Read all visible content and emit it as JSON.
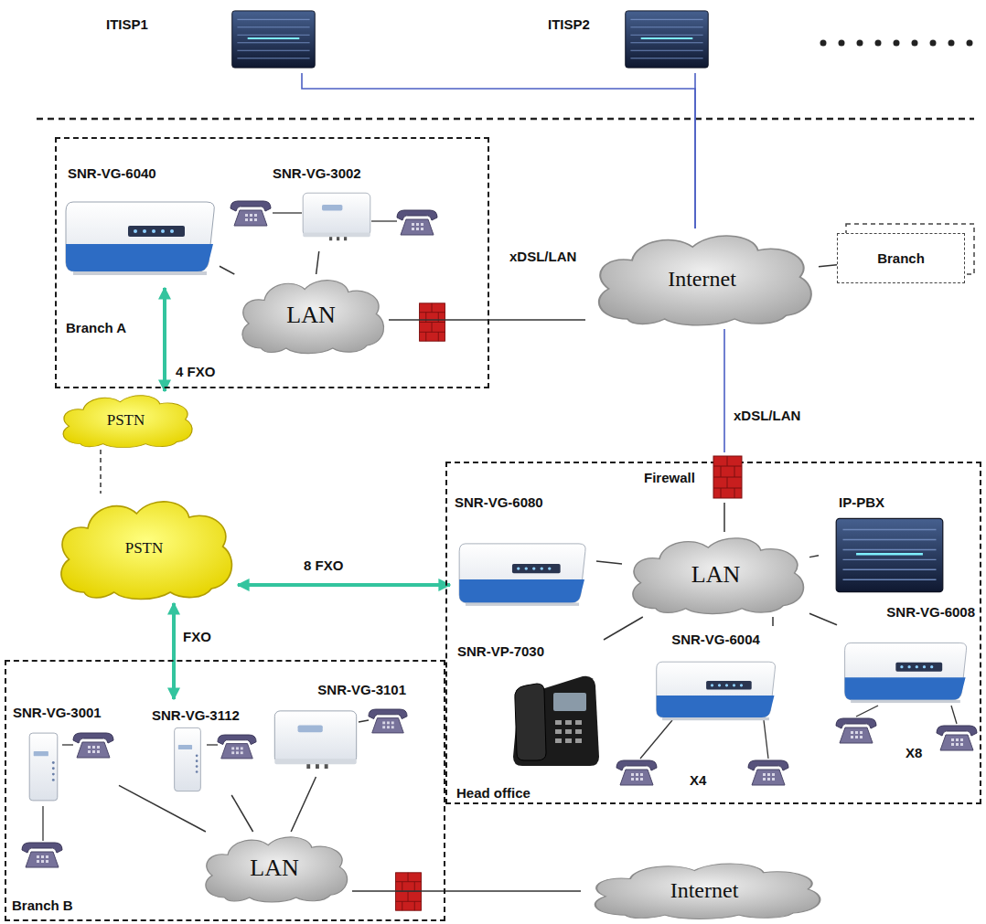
{
  "diagram": {
    "nodes": [
      {
        "text": [
          "ITISP1"
        ]
      },
      {
        "text": [
          "ITISP2"
        ]
      },
      {
        "text": [
          "Branch A"
        ]
      },
      {
        "text": [
          "SNR-VG-6040"
        ],
        "in": 2
      },
      {
        "text": [
          "SNR-VG-3002"
        ],
        "in": 2
      },
      {
        "text": [
          "LAN"
        ],
        "in": 2
      },
      {
        "text": [
          "Internet"
        ]
      },
      {
        "text": [
          "Branch"
        ]
      },
      {
        "text": [
          "PSTN"
        ]
      },
      {
        "text": [
          "PSTN"
        ]
      },
      {
        "text": [
          "Head office"
        ]
      },
      {
        "text": [
          "Firewall"
        ],
        "in": 10
      },
      {
        "text": [
          "SNR-VG-6080"
        ],
        "in": 10
      },
      {
        "text": [
          "IP-PBX"
        ],
        "in": 10
      },
      {
        "text": [
          "LAN"
        ],
        "in": 10
      },
      {
        "text": [
          "SNR-VP-7030"
        ],
        "in": 10
      },
      {
        "text": [
          "SNR-VG-6004"
        ],
        "in": 10
      },
      {
        "text": [
          "SNR-VG-6008"
        ],
        "in": 10
      },
      {
        "text": [
          "Branch B"
        ]
      },
      {
        "text": [
          "SNR-VG-3001"
        ],
        "in": 18
      },
      {
        "text": [
          "SNR-VG-3112"
        ],
        "in": 18
      },
      {
        "text": [
          "SNR-VG-3101"
        ],
        "in": 18
      },
      {
        "text": [
          "LAN"
        ],
        "in": 18
      },
      {
        "text": [
          "Internet"
        ]
      }
    ],
    "edges": [
      {
        "from": 0,
        "to": 6,
        "arrow": "none"
      },
      {
        "from": 1,
        "to": 6,
        "arrow": "none"
      },
      {
        "from": 5,
        "to": 6,
        "arrow": "none",
        "label": "xDSL/LAN"
      },
      {
        "from": 7,
        "to": 6,
        "arrow": "none"
      },
      {
        "from": 3,
        "to": 5,
        "arrow": "none"
      },
      {
        "from": 4,
        "to": 5,
        "arrow": "none"
      },
      {
        "from": 3,
        "to": 8,
        "arrow": "both",
        "label": "4 FXO"
      },
      {
        "from": 8,
        "to": 9,
        "arrow": "none"
      },
      {
        "from": 9,
        "to": 12,
        "arrow": "both",
        "label": "8 FXO"
      },
      {
        "from": 9,
        "to": 20,
        "arrow": "both",
        "label": "FXO"
      },
      {
        "from": 6,
        "to": 11,
        "arrow": "none",
        "label": "xDSL/LAN"
      },
      {
        "from": 11,
        "to": 14,
        "arrow": "none"
      },
      {
        "from": 12,
        "to": 14,
        "arrow": "none"
      },
      {
        "from": 13,
        "to": 14,
        "arrow": "none"
      },
      {
        "from": 15,
        "to": 14,
        "arrow": "none"
      },
      {
        "from": 16,
        "to": 14,
        "arrow": "none"
      },
      {
        "from": 17,
        "to": 14,
        "arrow": "none"
      },
      {
        "from": 19,
        "to": 22,
        "arrow": "none"
      },
      {
        "from": 20,
        "to": 22,
        "arrow": "none"
      },
      {
        "from": 21,
        "to": 22,
        "arrow": "none"
      },
      {
        "from": 22,
        "to": 23,
        "arrow": "none"
      }
    ],
    "labels": [
      "X4",
      "X8"
    ]
  }
}
